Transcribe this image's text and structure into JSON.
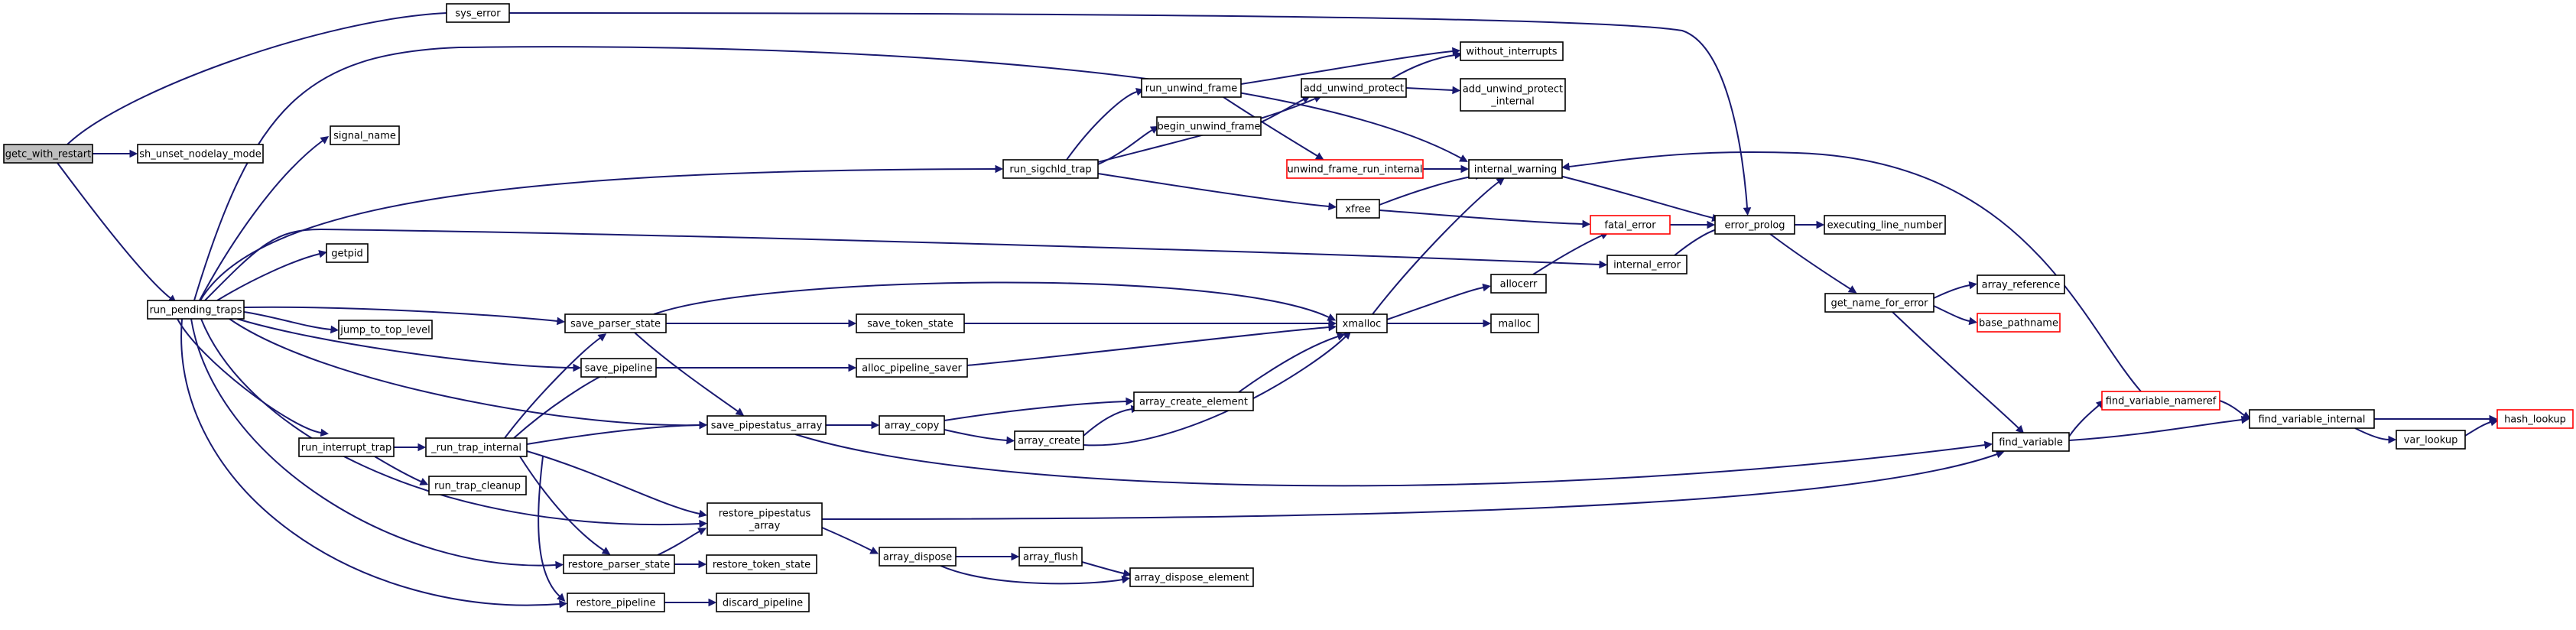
{
  "graph": {
    "title": "",
    "nodes": {
      "getc_with_restart": {
        "label": [
          "getc_with_restart"
        ],
        "root": true
      },
      "sys_error": {
        "label": [
          "sys_error"
        ]
      },
      "sh_unset_nodelay_mode": {
        "label": [
          "sh_unset_nodelay_mode"
        ]
      },
      "run_pending_traps": {
        "label": [
          "run_pending_traps"
        ]
      },
      "signal_name": {
        "label": [
          "signal_name"
        ]
      },
      "getpid": {
        "label": [
          "getpid"
        ]
      },
      "jump_to_top_level": {
        "label": [
          "jump_to_top_level"
        ]
      },
      "run_interrupt_trap": {
        "label": [
          "run_interrupt_trap"
        ]
      },
      "_run_trap_internal": {
        "label": [
          "_run_trap_internal"
        ]
      },
      "run_trap_cleanup": {
        "label": [
          "run_trap_cleanup"
        ]
      },
      "save_parser_state": {
        "label": [
          "save_parser_state"
        ]
      },
      "save_pipeline": {
        "label": [
          "save_pipeline"
        ]
      },
      "save_pipestatus_array": {
        "label": [
          "save_pipestatus_array"
        ]
      },
      "restore_pipestatus_array": {
        "label": [
          "restore_pipestatus",
          "_array"
        ]
      },
      "restore_parser_state": {
        "label": [
          "restore_parser_state"
        ]
      },
      "restore_pipeline": {
        "label": [
          "restore_pipeline"
        ]
      },
      "restore_token_state": {
        "label": [
          "restore_token_state"
        ]
      },
      "discard_pipeline": {
        "label": [
          "discard_pipeline"
        ]
      },
      "run_sigchld_trap": {
        "label": [
          "run_sigchld_trap"
        ]
      },
      "run_unwind_frame": {
        "label": [
          "run_unwind_frame"
        ]
      },
      "begin_unwind_frame": {
        "label": [
          "begin_unwind_frame"
        ]
      },
      "unwind_frame_run_internal": {
        "label": [
          "unwind_frame_run_internal"
        ],
        "truncated": true
      },
      "add_unwind_protect": {
        "label": [
          "add_unwind_protect"
        ]
      },
      "without_interrupts": {
        "label": [
          "without_interrupts"
        ]
      },
      "add_unwind_protect_internal": {
        "label": [
          "add_unwind_protect",
          "_internal"
        ]
      },
      "xfree": {
        "label": [
          "xfree"
        ]
      },
      "internal_warning": {
        "label": [
          "internal_warning"
        ]
      },
      "fatal_error": {
        "label": [
          "fatal_error"
        ],
        "truncated": true
      },
      "error_prolog": {
        "label": [
          "error_prolog"
        ]
      },
      "executing_line_number": {
        "label": [
          "executing_line_number"
        ]
      },
      "internal_error": {
        "label": [
          "internal_error"
        ]
      },
      "allocerr": {
        "label": [
          "allocerr"
        ]
      },
      "malloc": {
        "label": [
          "malloc"
        ]
      },
      "xmalloc": {
        "label": [
          "xmalloc"
        ]
      },
      "save_token_state": {
        "label": [
          "save_token_state"
        ]
      },
      "alloc_pipeline_saver": {
        "label": [
          "alloc_pipeline_saver"
        ]
      },
      "array_copy": {
        "label": [
          "array_copy"
        ]
      },
      "array_create": {
        "label": [
          "array_create"
        ]
      },
      "array_create_element": {
        "label": [
          "array_create_element"
        ]
      },
      "array_dispose": {
        "label": [
          "array_dispose"
        ]
      },
      "array_flush": {
        "label": [
          "array_flush"
        ]
      },
      "array_dispose_element": {
        "label": [
          "array_dispose_element"
        ]
      },
      "get_name_for_error": {
        "label": [
          "get_name_for_error"
        ]
      },
      "array_reference": {
        "label": [
          "array_reference"
        ]
      },
      "base_pathname": {
        "label": [
          "base_pathname"
        ],
        "truncated": true
      },
      "find_variable": {
        "label": [
          "find_variable"
        ]
      },
      "find_variable_nameref": {
        "label": [
          "find_variable_nameref"
        ],
        "truncated": true
      },
      "find_variable_internal": {
        "label": [
          "find_variable_internal"
        ]
      },
      "var_lookup": {
        "label": [
          "var_lookup"
        ]
      },
      "hash_lookup": {
        "label": [
          "hash_lookup"
        ],
        "truncated": true
      }
    },
    "edges": [
      [
        "getc_with_restart",
        "sys_error"
      ],
      [
        "getc_with_restart",
        "sh_unset_nodelay_mode"
      ],
      [
        "getc_with_restart",
        "run_pending_traps"
      ],
      [
        "sys_error",
        "error_prolog"
      ],
      [
        "run_pending_traps",
        "signal_name"
      ],
      [
        "run_pending_traps",
        "getpid"
      ],
      [
        "run_pending_traps",
        "jump_to_top_level"
      ],
      [
        "run_pending_traps",
        "run_interrupt_trap"
      ],
      [
        "run_pending_traps",
        "save_parser_state"
      ],
      [
        "run_pending_traps",
        "save_pipeline"
      ],
      [
        "run_pending_traps",
        "save_pipestatus_array"
      ],
      [
        "run_pending_traps",
        "restore_pipestatus_array"
      ],
      [
        "run_pending_traps",
        "restore_parser_state"
      ],
      [
        "run_pending_traps",
        "restore_pipeline"
      ],
      [
        "run_pending_traps",
        "run_sigchld_trap"
      ],
      [
        "run_pending_traps",
        "internal_warning"
      ],
      [
        "run_pending_traps",
        "internal_error"
      ],
      [
        "run_interrupt_trap",
        "_run_trap_internal"
      ],
      [
        "run_interrupt_trap",
        "run_trap_cleanup"
      ],
      [
        "_run_trap_internal",
        "save_parser_state"
      ],
      [
        "_run_trap_internal",
        "save_pipeline"
      ],
      [
        "_run_trap_internal",
        "save_pipestatus_array"
      ],
      [
        "_run_trap_internal",
        "restore_pipestatus_array"
      ],
      [
        "_run_trap_internal",
        "restore_parser_state"
      ],
      [
        "_run_trap_internal",
        "restore_pipeline"
      ],
      [
        "save_parser_state",
        "save_token_state"
      ],
      [
        "save_parser_state",
        "xmalloc"
      ],
      [
        "save_parser_state",
        "save_pipestatus_array"
      ],
      [
        "save_token_state",
        "xmalloc"
      ],
      [
        "save_pipeline",
        "alloc_pipeline_saver"
      ],
      [
        "alloc_pipeline_saver",
        "xmalloc"
      ],
      [
        "save_pipestatus_array",
        "array_copy"
      ],
      [
        "save_pipestatus_array",
        "find_variable"
      ],
      [
        "array_copy",
        "array_create"
      ],
      [
        "array_copy",
        "array_create_element"
      ],
      [
        "array_create",
        "array_create_element"
      ],
      [
        "array_create",
        "xmalloc"
      ],
      [
        "array_create_element",
        "xmalloc"
      ],
      [
        "restore_pipestatus_array",
        "array_dispose"
      ],
      [
        "restore_pipestatus_array",
        "find_variable"
      ],
      [
        "restore_parser_state",
        "restore_pipestatus_array"
      ],
      [
        "restore_parser_state",
        "restore_token_state"
      ],
      [
        "restore_pipeline",
        "discard_pipeline"
      ],
      [
        "array_dispose",
        "array_flush"
      ],
      [
        "array_dispose",
        "array_dispose_element"
      ],
      [
        "array_flush",
        "array_dispose_element"
      ],
      [
        "run_sigchld_trap",
        "run_unwind_frame"
      ],
      [
        "run_sigchld_trap",
        "begin_unwind_frame"
      ],
      [
        "run_sigchld_trap",
        "add_unwind_protect"
      ],
      [
        "run_sigchld_trap",
        "xfree"
      ],
      [
        "run_unwind_frame",
        "without_interrupts"
      ],
      [
        "run_unwind_frame",
        "unwind_frame_run_internal"
      ],
      [
        "begin_unwind_frame",
        "add_unwind_protect"
      ],
      [
        "add_unwind_protect",
        "without_interrupts"
      ],
      [
        "add_unwind_protect",
        "add_unwind_protect_internal"
      ],
      [
        "unwind_frame_run_internal",
        "internal_warning"
      ],
      [
        "xfree",
        "internal_warning"
      ],
      [
        "xfree",
        "fatal_error"
      ],
      [
        "internal_warning",
        "error_prolog"
      ],
      [
        "fatal_error",
        "error_prolog"
      ],
      [
        "internal_error",
        "error_prolog"
      ],
      [
        "error_prolog",
        "executing_line_number"
      ],
      [
        "error_prolog",
        "get_name_for_error"
      ],
      [
        "xmalloc",
        "internal_warning"
      ],
      [
        "xmalloc",
        "allocerr"
      ],
      [
        "xmalloc",
        "malloc"
      ],
      [
        "allocerr",
        "fatal_error"
      ],
      [
        "get_name_for_error",
        "array_reference"
      ],
      [
        "get_name_for_error",
        "base_pathname"
      ],
      [
        "get_name_for_error",
        "find_variable"
      ],
      [
        "find_variable",
        "find_variable_nameref"
      ],
      [
        "find_variable",
        "find_variable_internal"
      ],
      [
        "find_variable_nameref",
        "find_variable_internal"
      ],
      [
        "find_variable_nameref",
        "internal_warning"
      ],
      [
        "find_variable_internal",
        "var_lookup"
      ],
      [
        "find_variable_internal",
        "hash_lookup"
      ],
      [
        "var_lookup",
        "hash_lookup"
      ]
    ]
  }
}
